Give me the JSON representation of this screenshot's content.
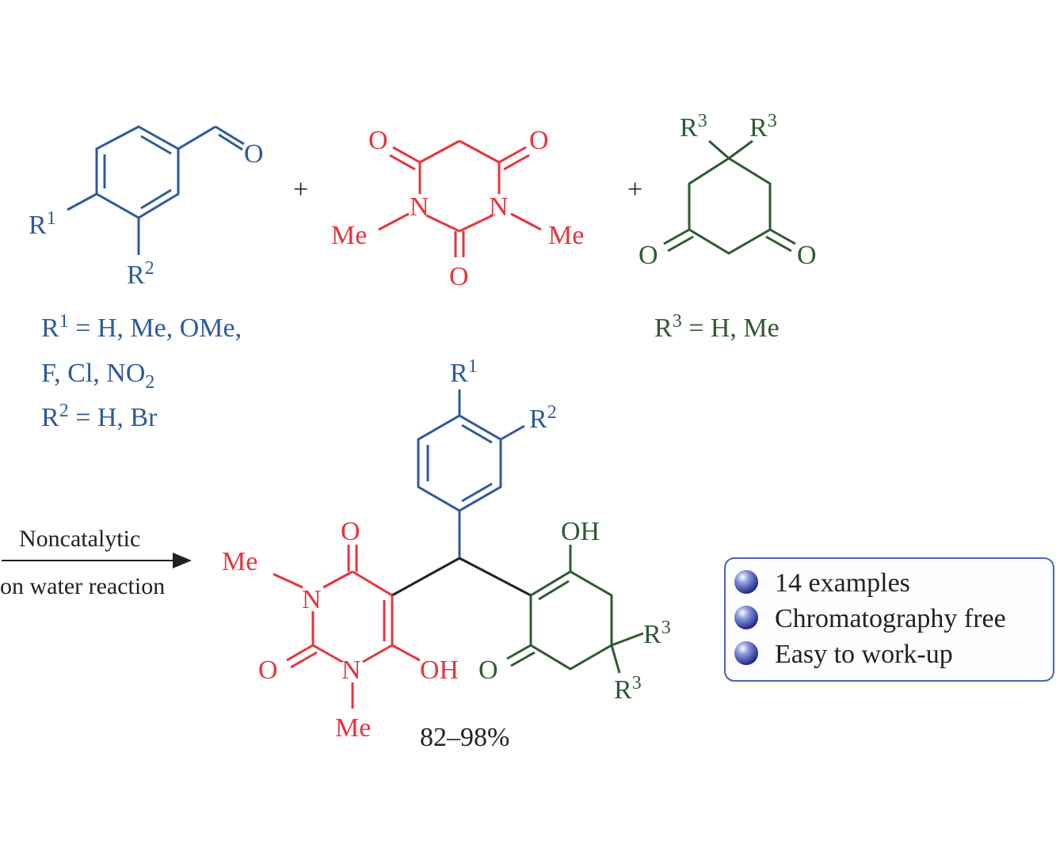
{
  "reactants": {
    "aldehyde": {
      "O": "O",
      "R1": {
        "base": "R",
        "sup": "1"
      },
      "R2": {
        "base": "R",
        "sup": "2"
      }
    },
    "plus1": "+",
    "barbituric": {
      "O_left": "O",
      "O_right": "O",
      "O_bottom": "O",
      "N_left": "N",
      "N_right": "N",
      "Me_left": "Me",
      "Me_right": "Me"
    },
    "plus2": "+",
    "dione": {
      "R3a": {
        "base": "R",
        "sup": "3"
      },
      "R3b": {
        "base": "R",
        "sup": "3"
      },
      "O_left": "O",
      "O_right": "O"
    }
  },
  "substituents": {
    "r1_line1": "R",
    "r1_sup": "1",
    "r1_rest": " = H, Me, OMe,",
    "r1_line2": "F, Cl, NO",
    "r1_sub": "2",
    "r2": "R",
    "r2_sup": "2",
    "r2_rest": " = H, Br",
    "r3": "R",
    "r3_sup": "3",
    "r3_rest": " = H, Me"
  },
  "conditions": {
    "above": "Noncatalytic",
    "below": "on water reaction"
  },
  "product": {
    "R1": {
      "base": "R",
      "sup": "1"
    },
    "R2": {
      "base": "R",
      "sup": "2"
    },
    "O_top": "O",
    "Me_top": "Me",
    "N_top": "N",
    "O_left": "O",
    "N_bottom": "N",
    "Me_bottom": "Me",
    "OH_red": "OH",
    "OH_green": "OH",
    "O_green": "O",
    "R3a": {
      "base": "R",
      "sup": "3"
    },
    "R3b": {
      "base": "R",
      "sup": "3"
    },
    "yield": "82–98%"
  },
  "features": [
    "14 examples",
    "Chromatography free",
    "Easy to work-up"
  ],
  "colors": {
    "aldehyde": "#2f5a9c",
    "barbituric": "#e8343c",
    "dione": "#2f5a32",
    "box_border": "#4a64b8"
  }
}
